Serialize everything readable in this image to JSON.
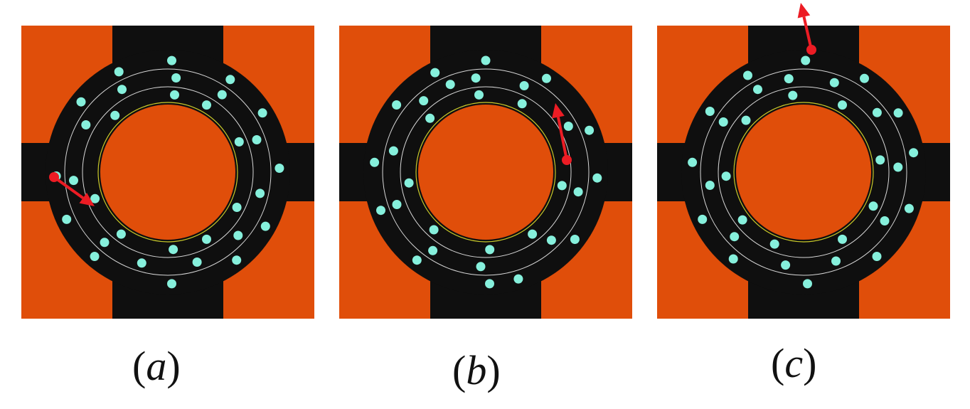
{
  "colors": {
    "background": "#e04e0a",
    "track": "#0f0f0f",
    "lane_line": "#d8d8d8",
    "inner_edge": "#c9c92a",
    "vehicle": "#86f0dc",
    "highlight": "#ec1c24"
  },
  "panels": [
    {
      "id": "a",
      "caption_open": "(",
      "caption_letter": "a",
      "caption_close": ")"
    },
    {
      "id": "b",
      "caption_open": "(",
      "caption_letter": "b",
      "caption_close": ")"
    },
    {
      "id": "c",
      "caption_open": "(",
      "caption_letter": "c",
      "caption_close": ")"
    }
  ]
}
